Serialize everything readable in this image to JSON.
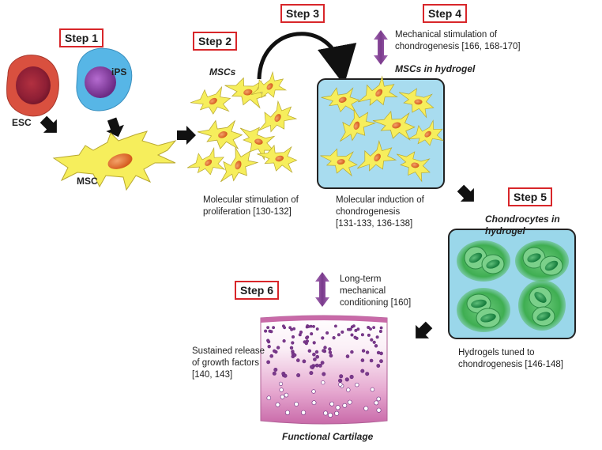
{
  "steps": {
    "s1": "Step 1",
    "s2": "Step 2",
    "s3": "Step 3",
    "s4": "Step 4",
    "s5": "Step 5",
    "s6": "Step 6"
  },
  "cells": {
    "esc": "ESC",
    "ips": "iPS",
    "msc": "MSC",
    "mscs": "MSCs",
    "mscs_hydrogel": "MSCs in hydrogel",
    "chondrocytes_hydrogel": "Chondrocytes in hydrogel",
    "functional_cartilage": "Functional Cartilage"
  },
  "captions": {
    "step2": [
      "Molecular stimulation of",
      "proliferation [130-132]"
    ],
    "step3": [
      "Molecular induction of",
      "chondrogenesis",
      "[131-133, 136-138]"
    ],
    "step4": [
      "Mechanical stimulation of",
      "chondrogenesis [166, 168-170]"
    ],
    "step5": [
      "Hydrogels tuned to",
      "chondrogenesis [146-148]"
    ],
    "step6_mech": [
      "Long-term",
      "mechanical",
      "conditioning [160]"
    ],
    "step6_release": [
      "Sustained release",
      "of growth factors",
      "[140, 143]"
    ]
  },
  "colors": {
    "step_border": "#d8262a",
    "esc_fill": "#d9503f",
    "ips_fill": "#57b6e6",
    "ips_nucleus": "#8a3fa0",
    "msc_fill": "#f6ee5c",
    "msc_nucleus": "#e4722c",
    "hydrogel_blue": "#a8dcef",
    "hydrogel_green_bg": "#9ad7ea",
    "chondrocyte_green": "#3fae52",
    "arrow_purple": "#8e4d9f",
    "cartilage_pink": "#d27fb7"
  }
}
